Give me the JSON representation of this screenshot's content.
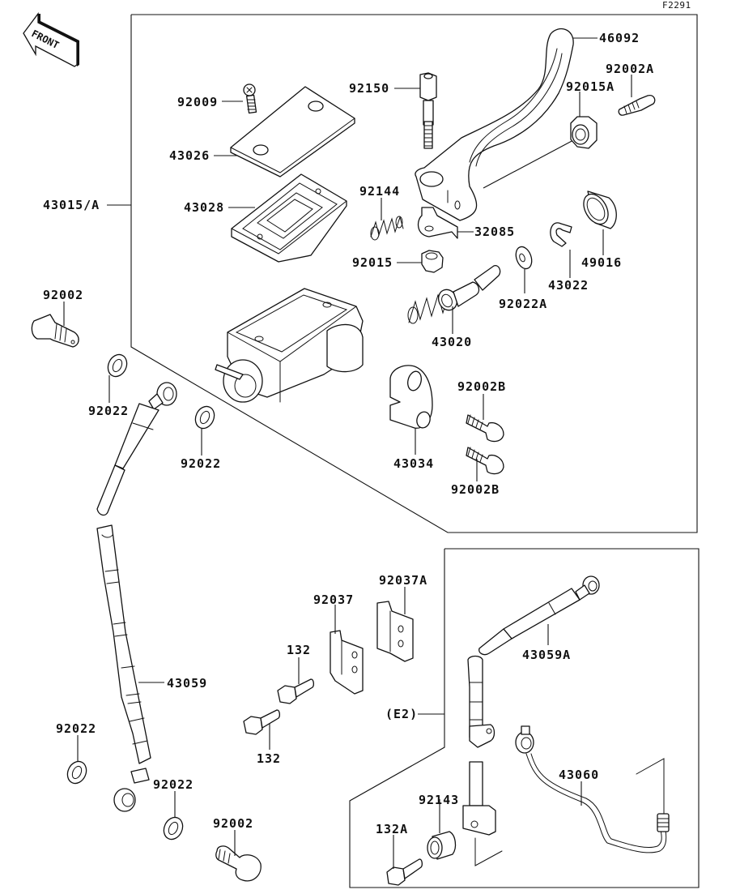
{
  "figure_id": "F2291",
  "front_indicator": "FRONT",
  "colors": {
    "ink": "#111111",
    "background": "#ffffff"
  },
  "labels": {
    "l46092": "46092",
    "l92002A": "92002A",
    "l92015A": "92015A",
    "l92150": "92150",
    "l92009": "92009",
    "l43026": "43026",
    "l43015A": "43015/A",
    "l43028": "43028",
    "l92144": "92144",
    "l32085": "32085",
    "l92015": "92015",
    "l49016": "49016",
    "l43022": "43022",
    "l92022A": "92022A",
    "l43020": "43020",
    "l92002_top": "92002",
    "l92022_a": "92022",
    "l92022_b": "92022",
    "l92002B_a": "92002B",
    "l92002B_b": "92002B",
    "l43034": "43034",
    "l92037A": "92037A",
    "l92037": "92037",
    "l132_a": "132",
    "l132_b": "132",
    "l43059": "43059",
    "l43059A": "43059A",
    "lE2": "(E2)",
    "l92022_c": "92022",
    "l92022_d": "92022",
    "l43060": "43060",
    "l92143": "92143",
    "l132A": "132A",
    "l92002_bottom": "92002"
  }
}
